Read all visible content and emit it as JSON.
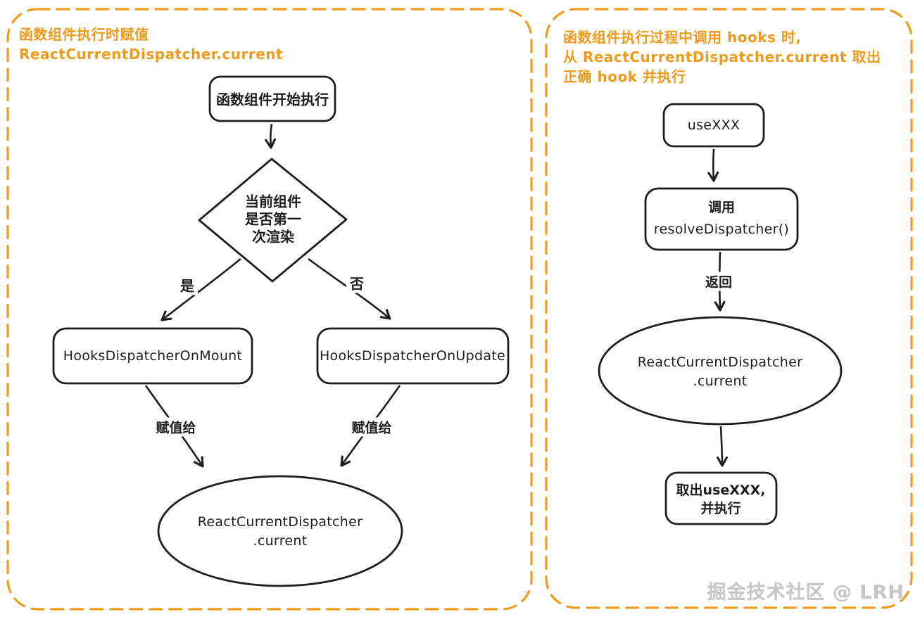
{
  "colors": {
    "accent_orange": "#ee9b1d",
    "ink": "#1e1e1e",
    "watermark_gray": "#c6c6c6",
    "background": "#ffffff"
  },
  "left_panel": {
    "title": [
      "函数组件执行时赋值",
      "ReactCurrentDispatcher.current"
    ],
    "start_node": "函数组件开始执行",
    "decision_node": [
      "当前组件",
      "是否第一",
      "次渲染"
    ],
    "branch_yes": "是",
    "branch_no": "否",
    "mount_node": "HooksDispatcherOnMount",
    "update_node": "HooksDispatcherOnUpdate",
    "assign_label_left": "赋值给",
    "assign_label_right": "赋值给",
    "dispatcher_node": [
      "ReactCurrentDispatcher",
      ".current"
    ]
  },
  "right_panel": {
    "title": [
      "函数组件执行过程中调用 hooks 时,",
      "从 ReactCurrentDispatcher.current 取出",
      "正确 hook 并执行"
    ],
    "use_node": "useXXX",
    "resolve_node": [
      "调用",
      "resolveDispatcher()"
    ],
    "return_label": "返回",
    "dispatcher_node": [
      "ReactCurrentDispatcher",
      ".current"
    ],
    "execute_node": [
      "取出useXXX,",
      "并执行"
    ]
  },
  "watermark": "掘金技术社区 @ LRH"
}
